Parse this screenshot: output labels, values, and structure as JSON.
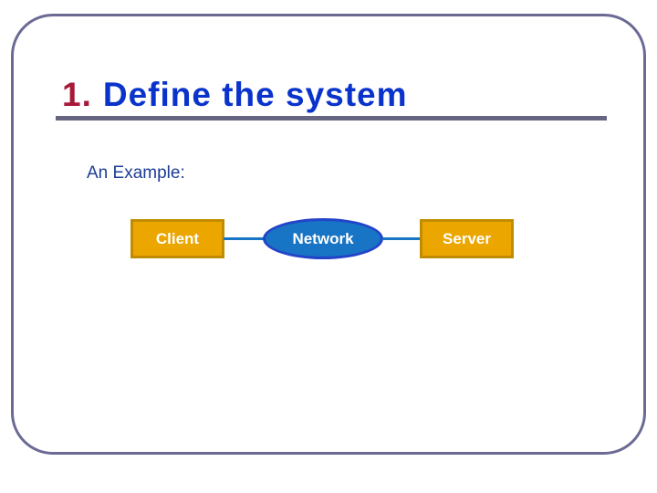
{
  "slide": {
    "title": {
      "number": "1.",
      "text": "Define the system"
    },
    "subtitle": "An Example:"
  },
  "diagram": {
    "nodes": [
      {
        "id": "client",
        "label": "Client",
        "shape": "rectangle"
      },
      {
        "id": "network",
        "label": "Network",
        "shape": "ellipse"
      },
      {
        "id": "server",
        "label": "Server",
        "shape": "rectangle"
      }
    ],
    "edges": [
      {
        "from": "client",
        "to": "network"
      },
      {
        "from": "network",
        "to": "server"
      }
    ]
  },
  "colors": {
    "title_number": "#A81838",
    "title_text": "#0A33CC",
    "subtitle_text": "#1E3C96",
    "title_rule": "#666682",
    "frame_border": "#6A6A94",
    "box_fill": "#EBA600",
    "box_border": "#C08C00",
    "ellipse_fill": "#1874C4",
    "ellipse_border": "#2343C9",
    "connector": "#1874C4",
    "shape_label": "#FFFFFF",
    "background": "#FFFFFF"
  }
}
